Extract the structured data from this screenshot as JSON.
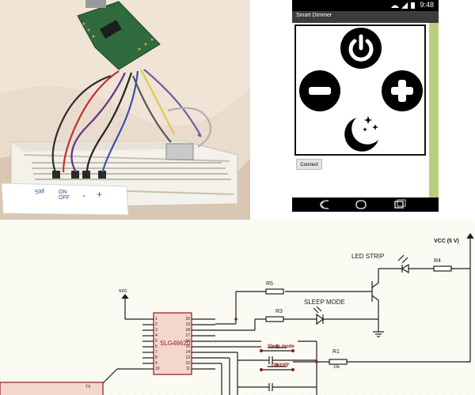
{
  "phone": {
    "status_time": "9:48",
    "app_title": "Smart Dimmer",
    "connect_label": "Connect",
    "buttons": [
      "power-icon",
      "minus-icon",
      "plus-icon",
      "moon-stars-icon"
    ]
  },
  "photo": {
    "label_1": "SM",
    "label_2": "ON OFF",
    "label_3": "-",
    "label_4": "+"
  },
  "schematic": {
    "vcc_left": "vcc",
    "vcc_right": "VCC (5 V)",
    "led_strip": "LED STRIP",
    "sleep_mode": "SLEEP MODE",
    "r1": "R1",
    "r1_value": "10k",
    "r3": "R3",
    "r4": "R4",
    "r5": "R5",
    "ic": "SLG46620",
    "tx": "TX",
    "sleep_button_label": "Sleep mode",
    "onoff_button_label": "ON/OFF",
    "left_pins": [
      "1",
      "2",
      "3",
      "4",
      "5",
      "6",
      "7",
      "8",
      "9",
      "10"
    ],
    "right_pins": [
      "20",
      "19",
      "18",
      "17",
      "16",
      "15",
      "14",
      "13",
      "12",
      "11"
    ]
  },
  "colors": {
    "phone_bg": "#000000",
    "title_bar": "#3c3c3c",
    "green_edge": "#b9cf7c",
    "schematic_bg": "#fbfbf4",
    "ic_fill": "#f5d6cf",
    "wire": "#1e1e1e",
    "red_label": "#8b1a1a"
  }
}
